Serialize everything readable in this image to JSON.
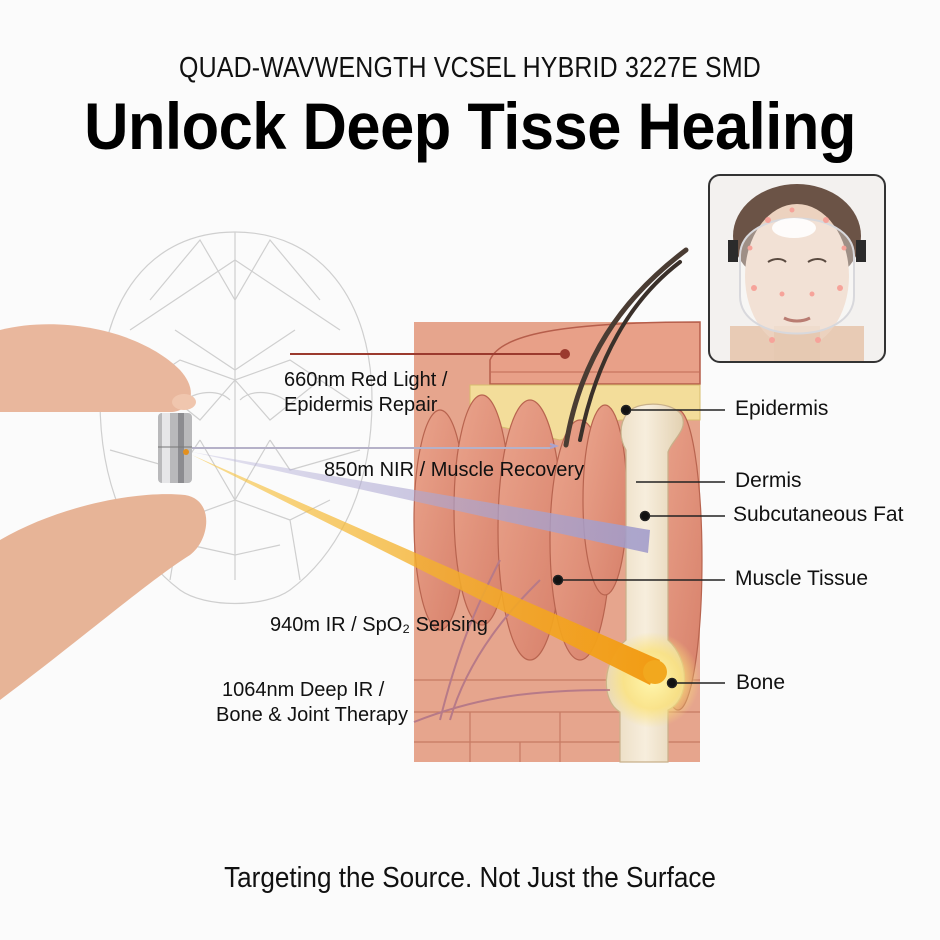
{
  "header": {
    "subtitle": "QUAD-WAVWENGTH VCSEL HYBRID 3227E SMD",
    "title": "Unlock Deep Tisse Healing"
  },
  "wavelength_labels": [
    {
      "line1": "660nm Red Light /",
      "line2": "Epidermis Repair",
      "color": "#9b3a2e"
    },
    {
      "line1": "850m NIR / Muscle Recovery",
      "line2": "",
      "color": "#a9a3cf"
    },
    {
      "line1": "940m IR / SpO₂ Sensing",
      "line2": "",
      "color": "#e8a13a"
    },
    {
      "line1": "1064nm Deep IR /",
      "line2": "Bone & Joint Therapy",
      "color": "#f2b020"
    }
  ],
  "tissue_labels": [
    "Epidermis",
    "Dermis",
    "Subcutaneous Fat",
    "Muscle Tissue",
    "Bone"
  ],
  "icons": {
    "face_mesh": "face-wireframe-icon",
    "chip": "vcsel-cylinder-icon",
    "mask_photo": "led-face-mask-photo"
  },
  "footer": {
    "tagline": "Targeting the Source. Not Just the Surface"
  },
  "colors": {
    "muscle": "#e3927a",
    "muscle_dark": "#c86a55",
    "fat": "#f3dd9a",
    "bone": "#f1e4cc",
    "beam_nir": "#a9a3cf",
    "beam_ir": "#f2a81e",
    "red_line": "#9b3a2e"
  }
}
